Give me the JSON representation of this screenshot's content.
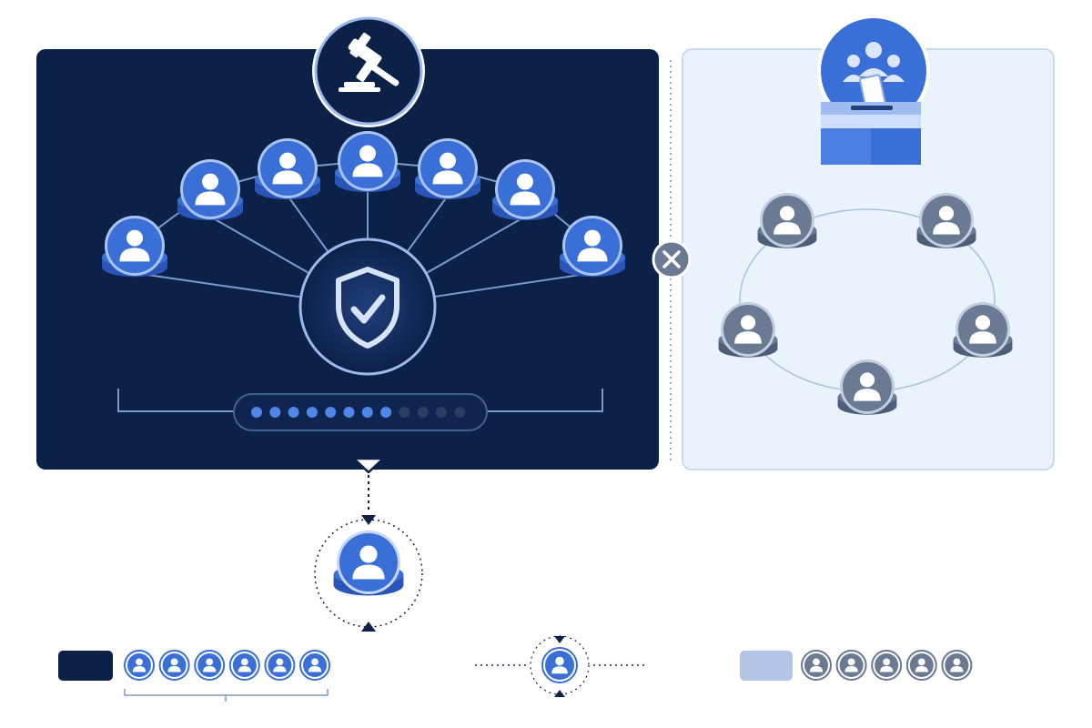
{
  "colors": {
    "dark_panel": "#0c2148",
    "light_panel": "#eaf3fc",
    "light_panel_border": "#b9d3ef",
    "accent_blue": "#3a6fd8",
    "accent_blue_dark": "#2a55b8",
    "node_gray": "#6b7a93",
    "node_gray_dark": "#4e5e78",
    "line_light": "#8fb0e6",
    "dot_active": "#4f86e8",
    "dot_inactive": "#2a3d63"
  },
  "icons": {
    "authority": "gavel-icon",
    "validation": "shield-check-icon",
    "voting": "ballot-box-icon",
    "separator": "close-icon",
    "member": "person-icon"
  },
  "left_panel": {
    "member_count": 7,
    "progress": {
      "filled": 8,
      "total": 12
    }
  },
  "right_panel": {
    "member_count": 5
  },
  "output": {
    "member_count": 1
  },
  "legend": {
    "left_member_count": 6,
    "right_member_count": 5
  }
}
